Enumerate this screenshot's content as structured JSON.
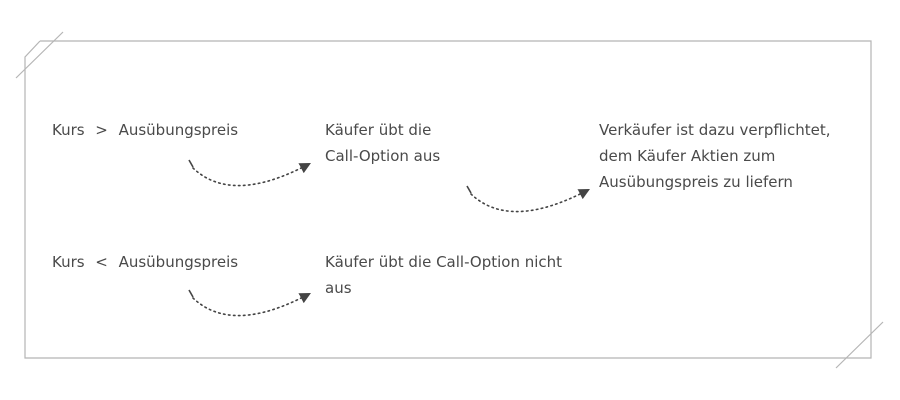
{
  "rows": [
    {
      "condition": {
        "left": "Kurs",
        "operator": ">",
        "right": "Ausübungspreis"
      },
      "result_lines": [
        "Käufer übt die",
        "Call-Option aus"
      ]
    },
    {
      "condition": {
        "left": "Kurs",
        "operator": "<",
        "right": "Ausübungspreis"
      },
      "result_lines": [
        "Käufer übt die Call-Option nicht",
        "aus"
      ]
    }
  ],
  "consequence_lines": [
    "Verkäufer ist dazu verpflichtet,",
    "dem Käufer Aktien zum",
    "Ausübungspreis zu liefern"
  ],
  "colors": {
    "frame": "#b5b5b5",
    "text": "#4a4a4a",
    "arrow": "#444444"
  }
}
